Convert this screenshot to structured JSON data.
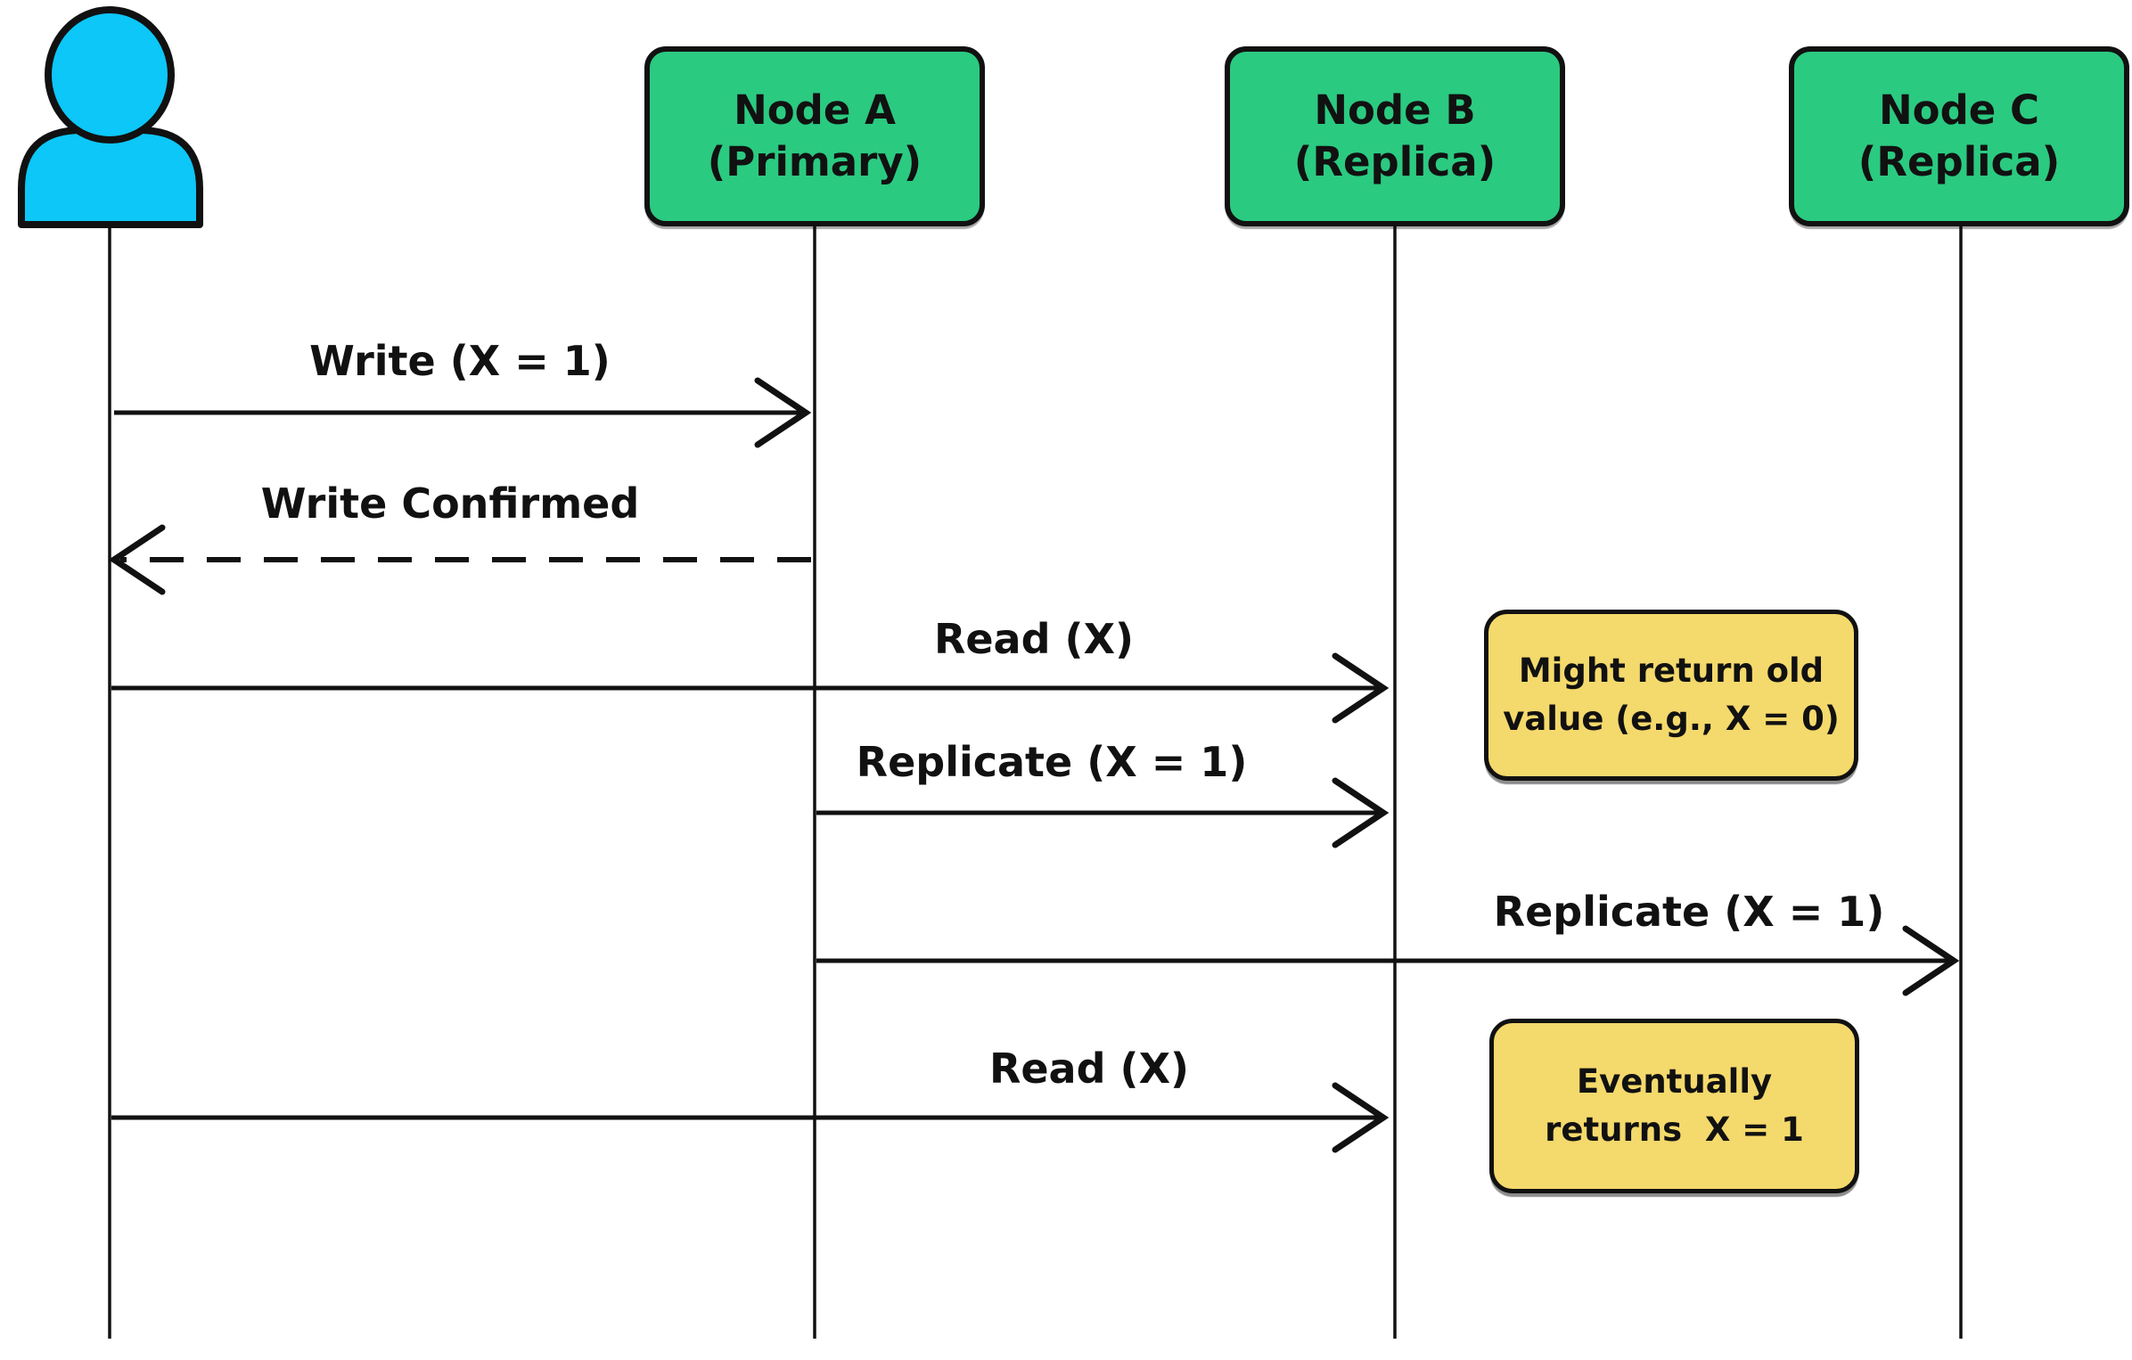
{
  "colors": {
    "node-fill": "#2bca81",
    "note-fill": "#f4d96c",
    "actor-fill": "#0cc7f7",
    "line": "#111111"
  },
  "participants": {
    "user": {
      "icon": "person-icon",
      "label": ""
    },
    "nodes": [
      {
        "line1": "Node A",
        "line2": "(Primary)"
      },
      {
        "line1": "Node B",
        "line2": "(Replica)"
      },
      {
        "line1": "Node C",
        "line2": "(Replica)"
      }
    ]
  },
  "messages": [
    {
      "label": "Write (X = 1)",
      "from": "user",
      "to": "node-a",
      "line": "solid",
      "direction": "right"
    },
    {
      "label": "Write Confirmed",
      "from": "node-a",
      "to": "user",
      "line": "dashed",
      "direction": "left"
    },
    {
      "label": "Read (X)",
      "from": "user",
      "to": "node-b",
      "line": "solid",
      "direction": "right"
    },
    {
      "label": "Replicate (X = 1)",
      "from": "node-a",
      "to": "node-b",
      "line": "solid",
      "direction": "right"
    },
    {
      "label": "Replicate (X = 1)",
      "from": "node-a",
      "to": "node-c",
      "line": "solid",
      "direction": "right"
    },
    {
      "label": "Read (X)",
      "from": "user",
      "to": "node-b",
      "line": "solid",
      "direction": "right"
    }
  ],
  "notes": [
    {
      "line1": "Might return old",
      "line2": "value (e.g., X = 0)",
      "attached_to": "node-b"
    },
    {
      "line1": "Eventually",
      "line2": "returns  X = 1",
      "attached_to": "node-b"
    }
  ]
}
